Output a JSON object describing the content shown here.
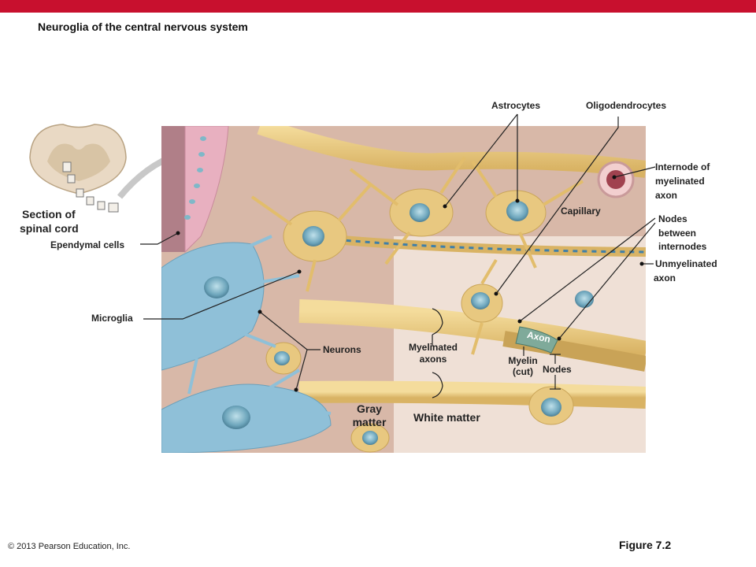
{
  "title": "Neuroglia of the central nervous system",
  "labels": {
    "astrocytes": "Astrocytes",
    "oligodendrocytes": "Oligodendrocytes",
    "internode_1": "Internode of",
    "internode_2": "myelinated",
    "internode_3": "axon",
    "capillary": "Capillary",
    "nodes_between_1": "Nodes",
    "nodes_between_2": "between",
    "nodes_between_3": "internodes",
    "unmyelinated_1": "Unmyelinated",
    "unmyelinated_2": "axon",
    "section_1": "Section of",
    "section_2": "spinal cord",
    "ependymal": "Ependymal cells",
    "microglia": "Microglia",
    "neurons": "Neurons",
    "myelinated_1": "Myelinated",
    "myelinated_2": "axons",
    "axon": "Axon",
    "myelin_1": "Myelin",
    "myelin_2": "(cut)",
    "nodes": "Nodes",
    "gray_1": "Gray",
    "gray_2": "matter",
    "white_matter": "White matter"
  },
  "footer": {
    "copyright": "© 2013 Pearson Education, Inc.",
    "figure": "Figure 7.2"
  },
  "colors": {
    "accent_bar": "#c8102e",
    "gray_matter_bg": "#d8b8a8",
    "white_matter_bg": "#efe0d6",
    "astrocyte": "#e8c880",
    "microglia_neuron": "#8fc0d8",
    "ependymal": "#e8b0c0"
  }
}
